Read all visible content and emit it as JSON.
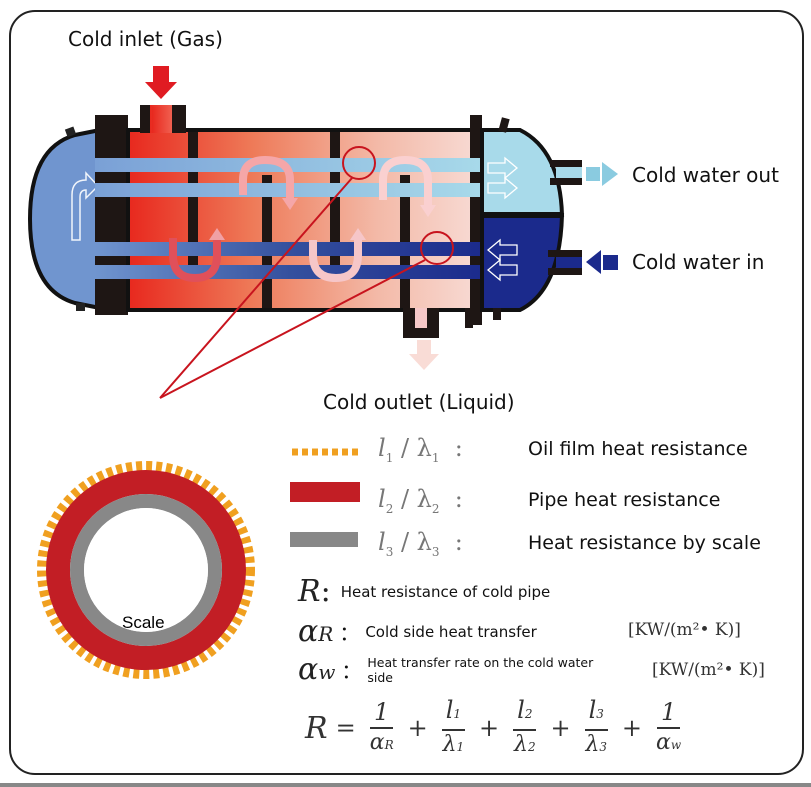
{
  "labels": {
    "cold_inlet": "Cold inlet (Gas)",
    "cold_water_out": "Cold water out",
    "cold_water_in": "Cold water in",
    "cold_outlet": "Cold outlet (Liquid)",
    "scale": "Scale"
  },
  "legend": [
    {
      "symbol_l": "l",
      "index": "1",
      "symbol_lambda": "λ",
      "description": "Oil film heat resistance",
      "color": "#F0A020",
      "style": "dotted"
    },
    {
      "symbol_l": "l",
      "index": "2",
      "symbol_lambda": "λ",
      "description": "Pipe heat resistance",
      "color": "#C21E25",
      "style": "solid"
    },
    {
      "symbol_l": "l",
      "index": "3",
      "symbol_lambda": "λ",
      "description": "Heat resistance by scale",
      "color": "#888888",
      "style": "solid"
    }
  ],
  "definitions": [
    {
      "symbol": "R",
      "subscript": "",
      "separator": ":",
      "description": "Heat resistance of cold pipe",
      "unit": ""
    },
    {
      "symbol": "α",
      "subscript": "R",
      "separator": "：",
      "description": "Cold side heat transfer",
      "unit": "[KW/(m²• K)]"
    },
    {
      "symbol": "α",
      "subscript": "w",
      "separator": "：",
      "description": "Heat transfer rate on the cold water side",
      "description_line1": "Heat transfer rate on the cold water",
      "description_line2": "side",
      "unit": "[KW/(m²• K)]"
    }
  ],
  "formula": {
    "lhs": "R",
    "equals": "=",
    "plus": "+",
    "terms": [
      {
        "num": "1",
        "num_sub": "",
        "den": "α",
        "den_sub": "R"
      },
      {
        "num": "l",
        "num_sub": "1",
        "den": "λ",
        "den_sub": "1"
      },
      {
        "num": "l",
        "num_sub": "2",
        "den": "λ",
        "den_sub": "2"
      },
      {
        "num": "l",
        "num_sub": "3",
        "den": "λ",
        "den_sub": "3"
      },
      {
        "num": "1",
        "num_sub": "",
        "den": "α",
        "den_sub": "w"
      }
    ]
  },
  "colors": {
    "hot_red": "#E8281E",
    "light_blue": "#A8DAEA",
    "dark_blue": "#1B2A8C",
    "head_blue": "#7095CF",
    "pointer_red": "#C8141E",
    "oil_orange": "#F0A020",
    "pipe_red": "#C21E25",
    "scale_gray": "#888888"
  }
}
